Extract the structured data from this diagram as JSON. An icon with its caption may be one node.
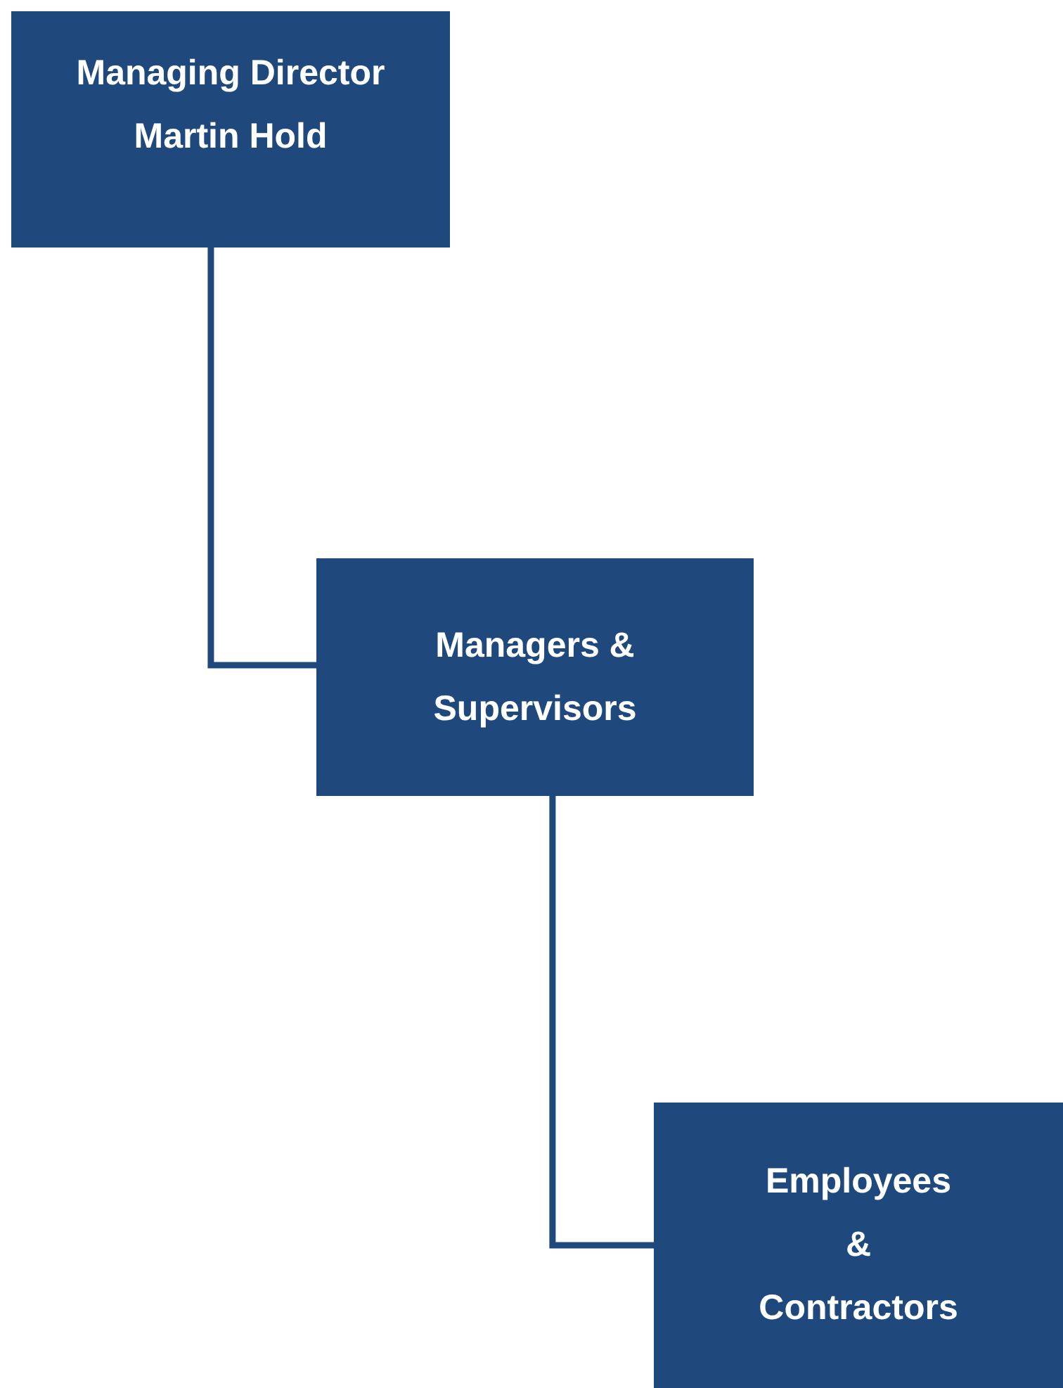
{
  "diagram": {
    "nodes": [
      {
        "text": [
          "Managing Director",
          "Martin Hold"
        ]
      },
      {
        "text": [
          "Managers & Supervisors"
        ]
      },
      {
        "text": [
          "Employees & Contractors"
        ]
      }
    ],
    "edges": [
      {
        "from": 0,
        "to": 1,
        "arrow": "none"
      },
      {
        "from": 1,
        "to": 2,
        "arrow": "none"
      }
    ]
  }
}
